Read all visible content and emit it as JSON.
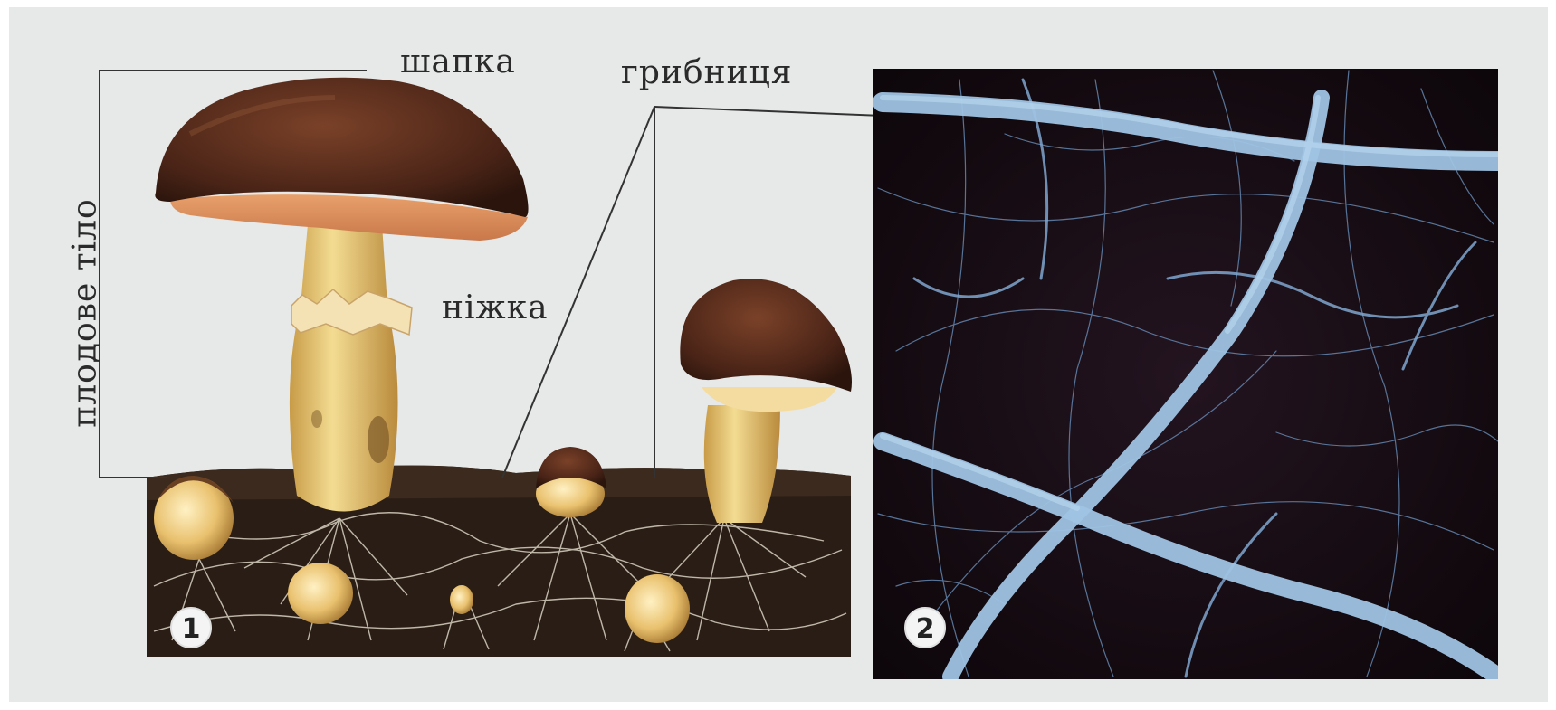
{
  "labels": {
    "cap": "шапка",
    "mycelium": "грибниця",
    "stem": "ніжка",
    "fruit_body": "плодове тіло"
  },
  "panels": [
    {
      "number": "1",
      "icon": "mushroom-illustration"
    },
    {
      "number": "2",
      "icon": "mycelium-micrograph"
    }
  ],
  "colors": {
    "background": "#e7e8e8",
    "soil": "#2a1d15",
    "cap": "#5a2f1e",
    "stem": "#e8cc7a",
    "hyphae": "#9fc3e3",
    "micrograph_bg": "#140a10",
    "leader_line": "#333333"
  }
}
